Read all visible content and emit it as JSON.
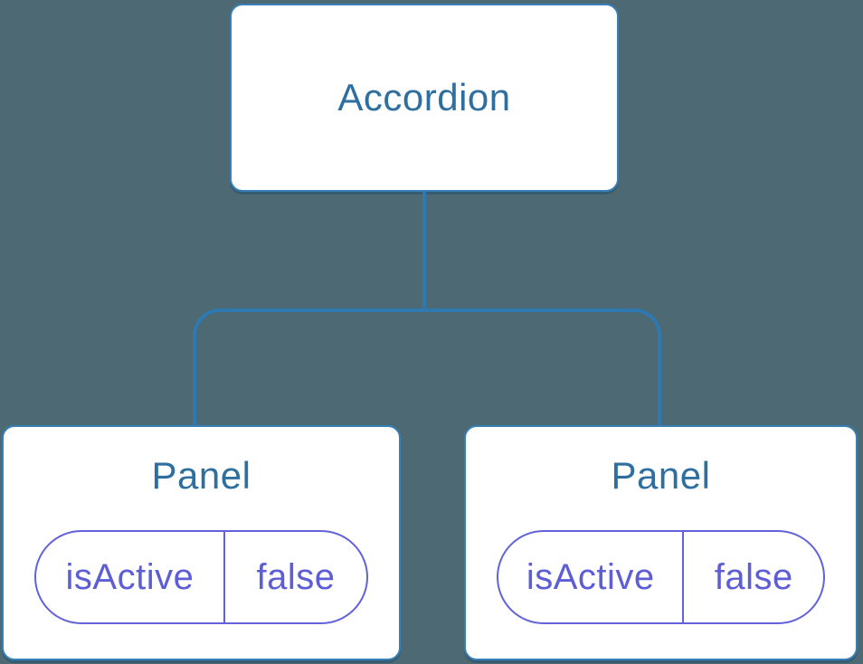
{
  "diagram": {
    "type": "component-tree",
    "root": {
      "label": "Accordion"
    },
    "children": [
      {
        "label": "Panel",
        "state": {
          "name": "isActive",
          "value": "false"
        }
      },
      {
        "label": "Panel",
        "state": {
          "name": "isActive",
          "value": "false"
        }
      }
    ]
  },
  "colors": {
    "background": "#4D6A74",
    "connector_blue": "#2F79B2",
    "node_border_blue": "#3780B7",
    "heading_blue": "#2E6F9F",
    "state_purple": "#6262DB",
    "node_fill": "#FFFFFF"
  }
}
